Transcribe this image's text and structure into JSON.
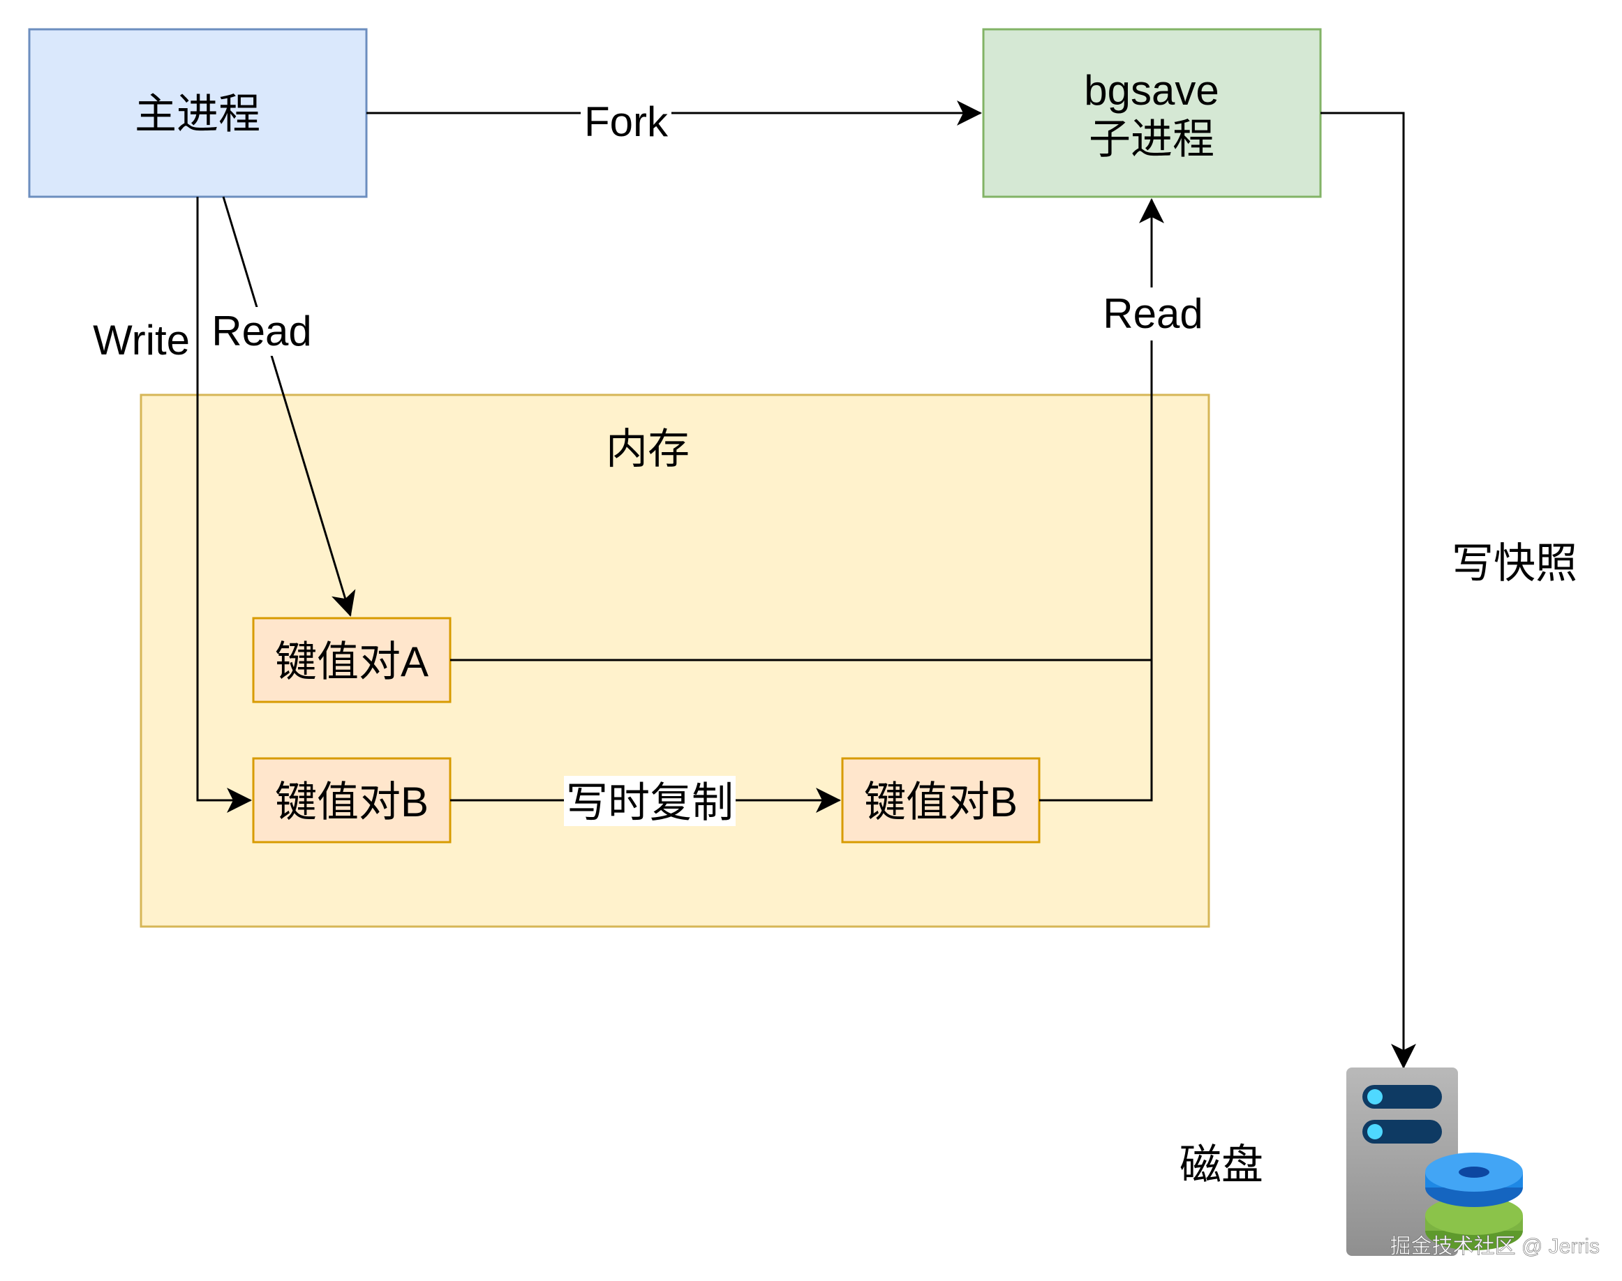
{
  "nodes": {
    "main_process": {
      "label": "主进程"
    },
    "bgsave_process": {
      "line1": "bgsave",
      "line2": "子进程"
    },
    "memory": {
      "label": "内存"
    },
    "kv_a": {
      "label": "键值对A"
    },
    "kv_b": {
      "label": "键值对B"
    },
    "kv_b_copy": {
      "label": "键值对B"
    },
    "disk": {
      "label": "磁盘"
    }
  },
  "edges": {
    "fork": "Fork",
    "write": "Write",
    "read_main": "Read",
    "read_child": "Read",
    "copy_on_write": "写时复制",
    "write_snapshot": "写快照"
  },
  "watermark": "掘金技术社区 @ Jerris",
  "colors": {
    "main_fill": "#dae8fc",
    "main_stroke": "#6c8ebf",
    "child_fill": "#d5e8d4",
    "child_stroke": "#82b366",
    "memory_fill": "#fff2cc",
    "memory_stroke": "#d6b656",
    "kv_fill": "#ffe6cc",
    "kv_stroke": "#d79b00",
    "server_body": "#a8a8a8",
    "server_slot": "#0e3a63",
    "server_led": "#4fd8ff",
    "disk_blue": "#1e88e5",
    "disk_green": "#7cb342"
  }
}
